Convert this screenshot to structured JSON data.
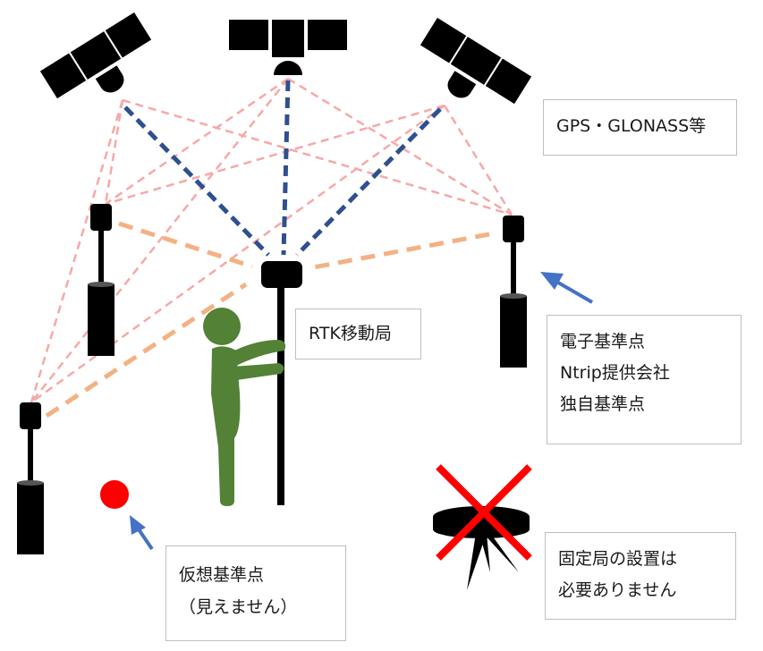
{
  "labels": {
    "gnss": "GPS・GLONASS等",
    "rover": "RTK移動局",
    "reference_sources": [
      "電子基準点",
      "Ntrip提供会社",
      "独自基準点"
    ],
    "virtual_point": [
      "仮想基準点",
      "（見えません）"
    ],
    "no_base": [
      "固定局の設置は",
      "必要ありません"
    ]
  },
  "colors": {
    "satellite_link": "#2f4f8f",
    "correction_link": "#f4b183",
    "reference_link": "#f7a8a8",
    "person": "#538135",
    "virtual_point": "#ff0000",
    "arrow": "#4472c4",
    "cross": "#ff0000",
    "equipment": "#000000"
  },
  "icons": [
    "satellite-icon",
    "reference-station-icon",
    "rtk-rover-icon",
    "person-icon",
    "virtual-point-icon",
    "pointer-arrow-icon",
    "crossed-out-base-station-icon"
  ]
}
